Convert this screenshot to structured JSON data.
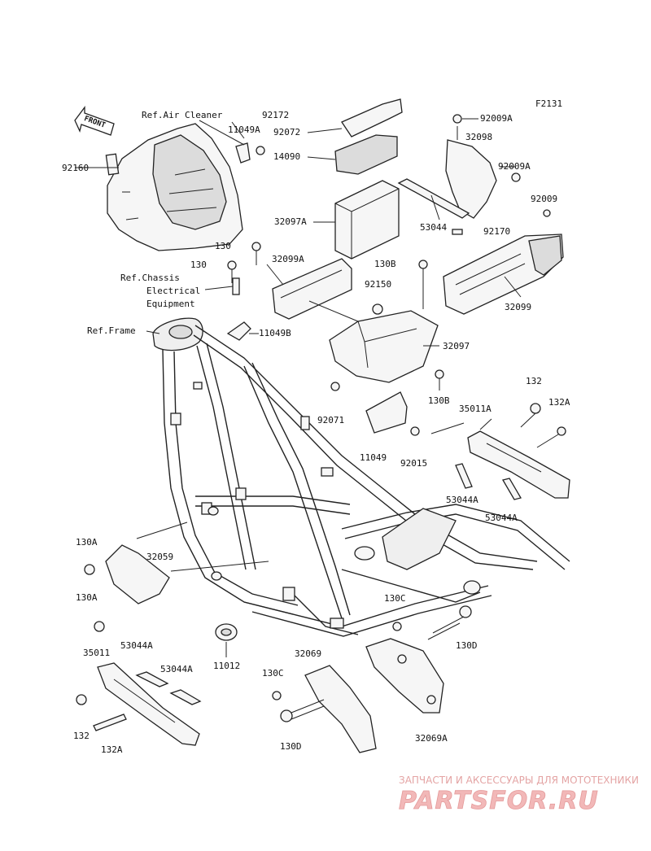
{
  "diagram_code": "F2131",
  "front_arrow": "FRONT",
  "refs": {
    "air_cleaner": "Ref.Air Cleaner",
    "chassis_line1": "Ref.Chassis",
    "chassis_line2": "Electrical",
    "chassis_line3": "Equipment",
    "frame": "Ref.Frame"
  },
  "callouts": {
    "p92172": "92172",
    "p11049A": "11049A",
    "p92072": "92072",
    "p14090": "14090",
    "p92160": "92160",
    "p92009A_top": "92009A",
    "p32098": "32098",
    "p92009A_mid": "92009A",
    "p92009": "92009",
    "p32097A": "32097A",
    "p53044": "53044",
    "p92170": "92170",
    "p130_a": "130",
    "p130_b": "130",
    "p32099A": "32099A",
    "p130B_top": "130B",
    "p92150": "92150",
    "p32099": "32099",
    "p11049B": "11049B",
    "p32097": "32097",
    "p92071": "92071",
    "p130B_bot": "130B",
    "p11049": "11049",
    "p92015": "92015",
    "p132_top": "132",
    "p35011A": "35011A",
    "p132A_top": "132A",
    "p53044A_r1": "53044A",
    "p53044A_r2": "53044A",
    "p130A_top": "130A",
    "p32059": "32059",
    "p130A_bot": "130A",
    "p130C_right": "130C",
    "p130D_right": "130D",
    "p11012": "11012",
    "p35011": "35011",
    "p53044A_l1": "53044A",
    "p53044A_l2": "53044A",
    "p32069": "32069",
    "p130C_left": "130C",
    "p132_bot": "132",
    "p132A_bot": "132A",
    "p130D_left": "130D",
    "p32069A": "32069A"
  },
  "watermark": {
    "caption": "ЗАПЧАСТИ И АКСЕССУАРЫ ДЛЯ МОТОТЕХНИКИ",
    "logo": "PARTSFOR.RU"
  }
}
